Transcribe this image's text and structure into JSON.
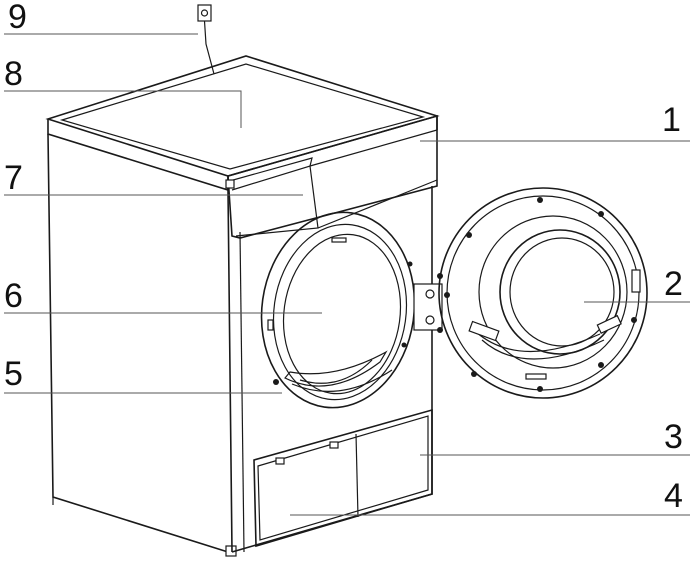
{
  "callouts": [
    {
      "id": "c9",
      "label": "9"
    },
    {
      "id": "c8",
      "label": "8"
    },
    {
      "id": "c7",
      "label": "7"
    },
    {
      "id": "c6",
      "label": "6"
    },
    {
      "id": "c5",
      "label": "5"
    },
    {
      "id": "c1",
      "label": "1"
    },
    {
      "id": "c2",
      "label": "2"
    },
    {
      "id": "c3",
      "label": "3"
    },
    {
      "id": "c4",
      "label": "4"
    }
  ]
}
